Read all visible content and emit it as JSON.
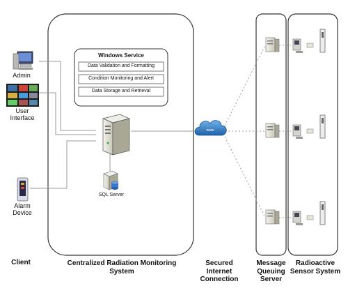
{
  "diagram": {
    "client": {
      "heading": "Client",
      "nodes": [
        {
          "label": "Admin",
          "icon": "admin-computer-icon"
        },
        {
          "label": "User Interface",
          "icon": "user-interface-screens-icon"
        },
        {
          "label": "Alarm Device",
          "icon": "alarm-device-icon"
        }
      ]
    },
    "central": {
      "heading": "Centralized Radiation Monitoring System",
      "service_title": "Windows Service",
      "service_items": [
        "Data Validation and Formatting",
        "Condition Monitoring and Alert",
        "Data Storage and Retrieval"
      ],
      "server_icon": "application-server-icon",
      "database_label": "SQL Server",
      "database_icon": "sql-server-database-icon"
    },
    "network": {
      "heading": "Secured Internet Connection",
      "cloud_text": "www",
      "icon": "internet-cloud-icon"
    },
    "mq": {
      "heading": "Message Queuing Server",
      "icon": "mq-server-icon"
    },
    "sensors": {
      "heading": "Radioactive Sensor System",
      "icon": "radiation-sensor-icon"
    },
    "colors": {
      "line": "#9a9a9a",
      "panel_border": "#333333",
      "cloud": "#2f7fc9"
    }
  }
}
